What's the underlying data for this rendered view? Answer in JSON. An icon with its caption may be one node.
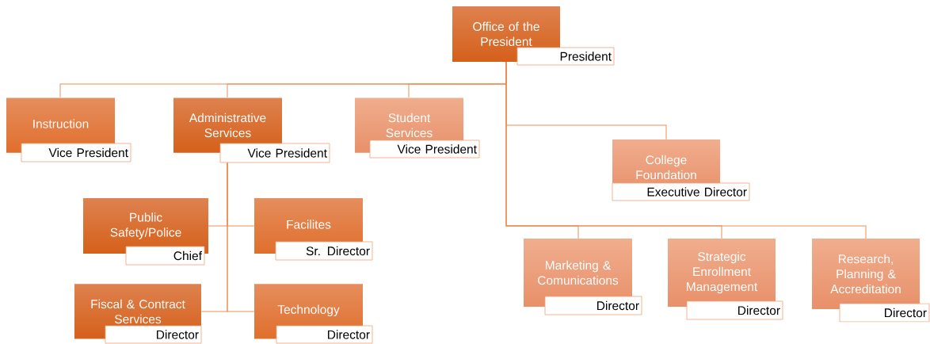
{
  "diagram": {
    "nodes": [
      {
        "text": [
          "Office of the President",
          "President"
        ]
      },
      {
        "text": [
          "Instruction",
          "Vice President"
        ]
      },
      {
        "text": [
          "Administrative Services",
          "Vice President"
        ]
      },
      {
        "text": [
          "Student Services",
          "Vice President"
        ]
      },
      {
        "text": [
          "College Foundation",
          "Executive Director"
        ]
      },
      {
        "text": [
          "Public Safety/Police",
          "Chief"
        ]
      },
      {
        "text": [
          "Facilites",
          "Sr. Director"
        ]
      },
      {
        "text": [
          "Fiscal & Contract Services",
          "Director"
        ]
      },
      {
        "text": [
          "Technology",
          "Director"
        ]
      },
      {
        "text": [
          "Marketing & Comunications",
          "Director"
        ]
      },
      {
        "text": [
          "Strategic Enrollment Management",
          "Director"
        ]
      },
      {
        "text": [
          "Research, Planning & Accreditation",
          "Director"
        ]
      }
    ],
    "edges": [
      {
        "from": 0,
        "to": 1,
        "arrow": "none"
      },
      {
        "from": 0,
        "to": 2,
        "arrow": "none"
      },
      {
        "from": 0,
        "to": 3,
        "arrow": "none"
      },
      {
        "from": 0,
        "to": 4,
        "arrow": "none"
      },
      {
        "from": 0,
        "to": 9,
        "arrow": "none"
      },
      {
        "from": 0,
        "to": 10,
        "arrow": "none"
      },
      {
        "from": 0,
        "to": 11,
        "arrow": "none"
      },
      {
        "from": 2,
        "to": 5,
        "arrow": "none"
      },
      {
        "from": 2,
        "to": 6,
        "arrow": "none"
      },
      {
        "from": 2,
        "to": 7,
        "arrow": "none"
      },
      {
        "from": 2,
        "to": 8,
        "arrow": "none"
      }
    ]
  }
}
